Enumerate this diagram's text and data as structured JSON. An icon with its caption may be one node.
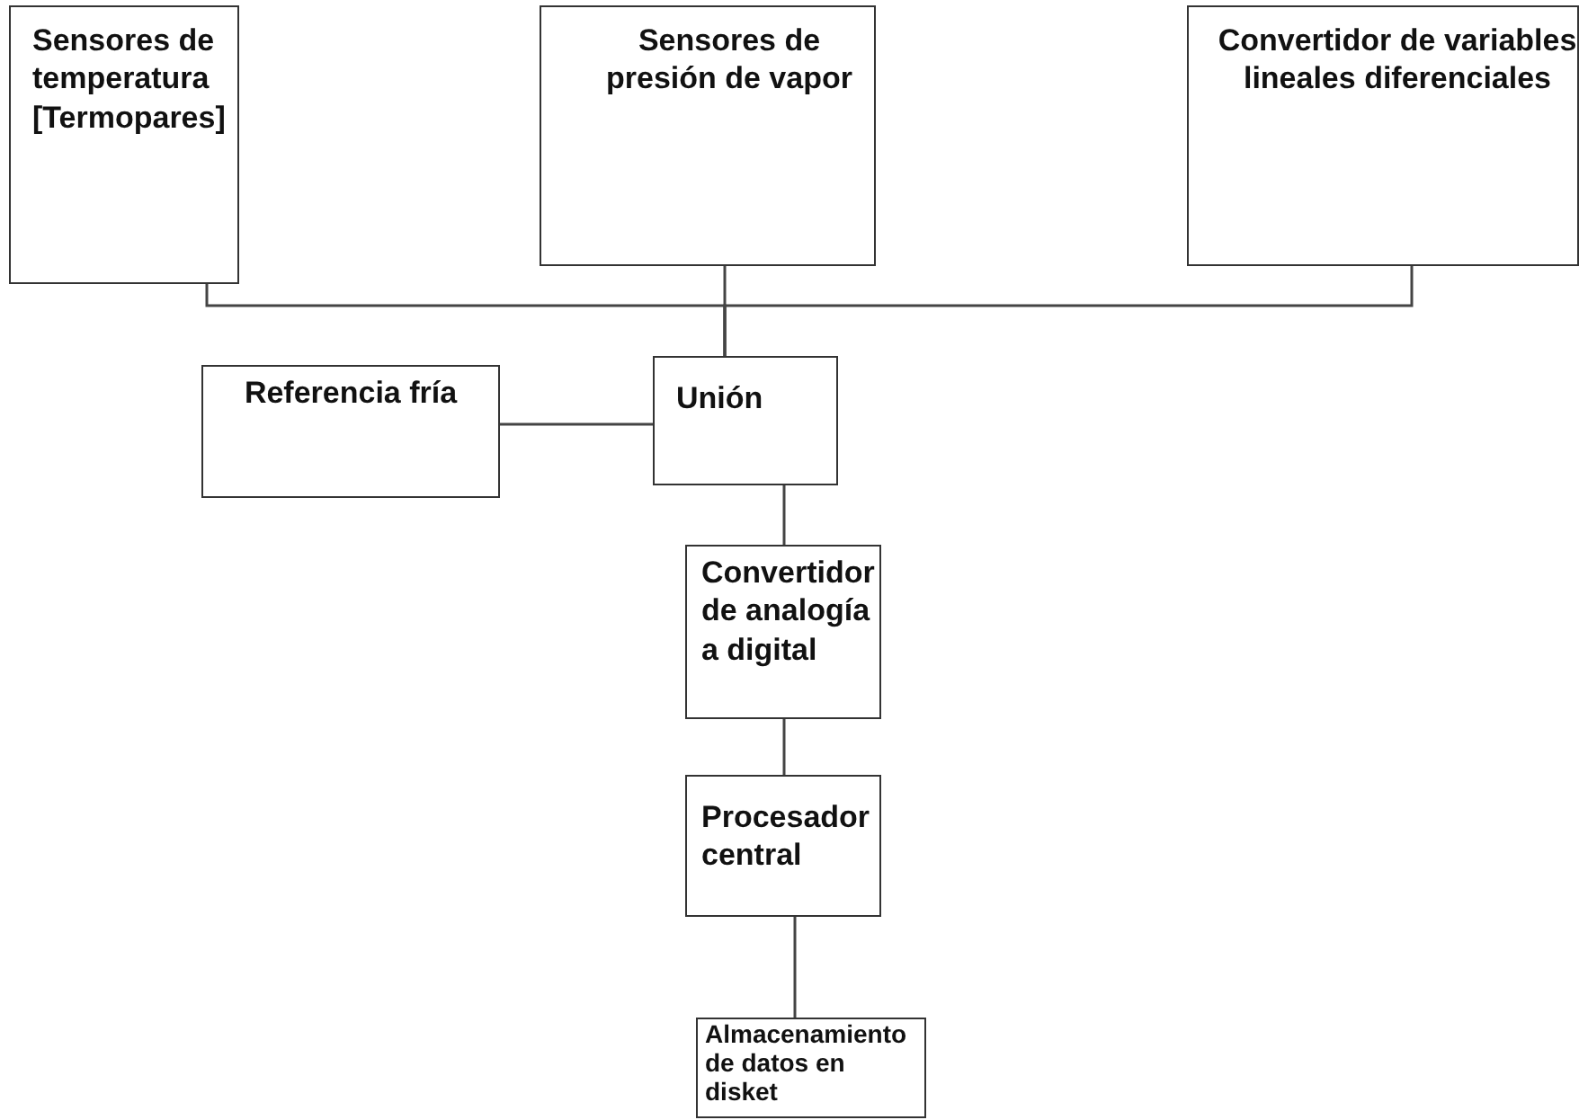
{
  "diagram": {
    "nodes": [
      {
        "text": [
          "Sensores de temperatura [Termopares]"
        ]
      },
      {
        "text": [
          "Sensores de presión de vapor"
        ]
      },
      {
        "text": [
          "Convertidor de variables lineales diferenciales"
        ]
      },
      {
        "text": [
          "Referencia fría"
        ]
      },
      {
        "text": [
          "Unión"
        ]
      },
      {
        "text": [
          "Convertidor de analogía a digital"
        ]
      },
      {
        "text": [
          "Procesador central"
        ]
      },
      {
        "text": [
          "Almacenamiento de datos en disket"
        ]
      }
    ],
    "edges": [
      {
        "from": 0,
        "to": 4,
        "arrow": "none"
      },
      {
        "from": 1,
        "to": 4,
        "arrow": "none"
      },
      {
        "from": 2,
        "to": 4,
        "arrow": "none"
      },
      {
        "from": 3,
        "to": 4,
        "arrow": "none"
      },
      {
        "from": 4,
        "to": 5,
        "arrow": "none"
      },
      {
        "from": 5,
        "to": 6,
        "arrow": "none"
      },
      {
        "from": 6,
        "to": 7,
        "arrow": "none"
      }
    ]
  }
}
